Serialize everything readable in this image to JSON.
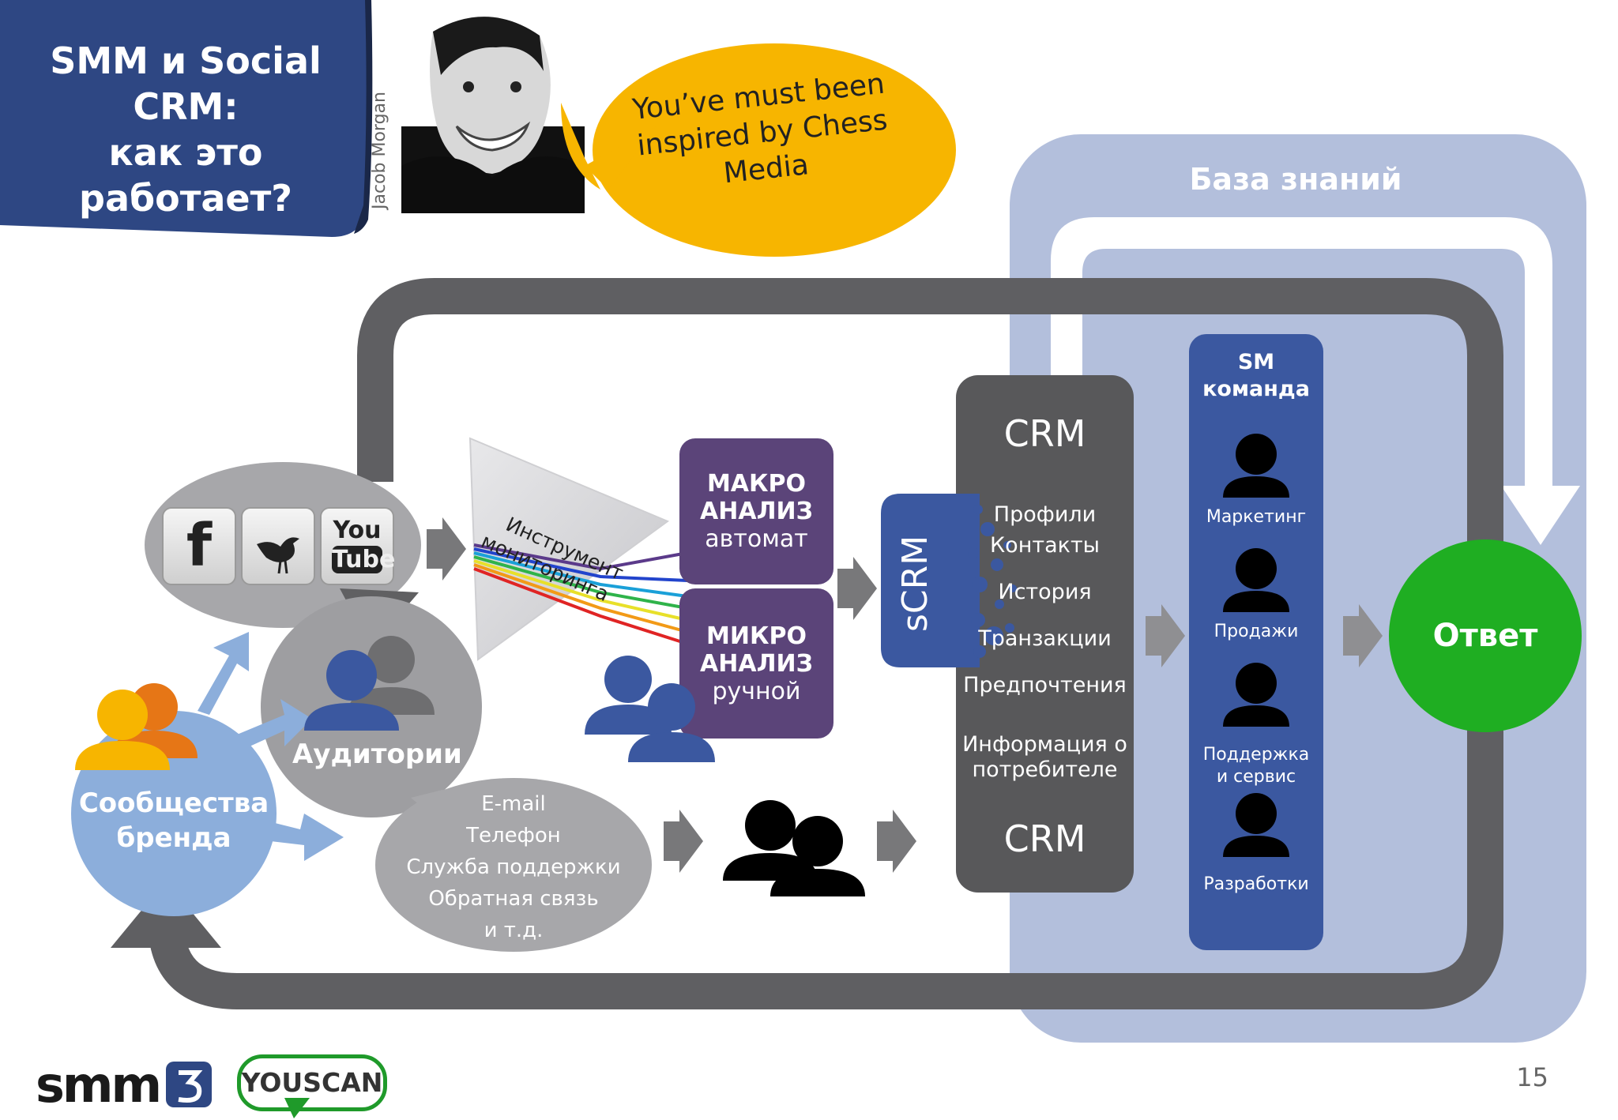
{
  "title": {
    "line1": "SMM и Social",
    "line2": "CRM:",
    "line3": "как это работает?"
  },
  "person": {
    "caption": "Jacob Morgan"
  },
  "quote": {
    "line1": "You’ve must been",
    "line2": "inspired by Chess",
    "line3": "Media"
  },
  "knowledge_base": {
    "label": "База знаний"
  },
  "social_icons": [
    {
      "name": "facebook-icon",
      "text": "f"
    },
    {
      "name": "twitter-icon",
      "text": ""
    },
    {
      "name": "youtube-icon",
      "text_top": "You",
      "text_bottom": "Tube"
    }
  ],
  "monitoring": {
    "line1": "Инструмент",
    "line2": "мониторинга"
  },
  "macro": {
    "line1": "МАКРО",
    "line2": "АНАЛИЗ",
    "line3": "автомат"
  },
  "micro": {
    "line1": "МИКРО",
    "line2": "АНАЛИЗ",
    "line3": "ручной"
  },
  "audiences": {
    "label": "Аудитории"
  },
  "communities": {
    "line1": "Сообщества",
    "line2": "бренда"
  },
  "channels": [
    "E-mail",
    "Телефон",
    "Служба поддержки",
    "Обратная связь",
    "и т.д."
  ],
  "scrm": {
    "label": "sCRM"
  },
  "crm": {
    "top": "CRM",
    "bottom": "CRM",
    "items": [
      "Профили",
      "Контакты",
      "История",
      "Транзакции",
      "Предпочтения",
      "Информация о",
      "потребителе"
    ]
  },
  "sm_team": {
    "line1": "SM",
    "line2": "команда",
    "members": [
      "Маркетинг",
      "Продажи",
      "Поддержка",
      "и сервис",
      "Разработки"
    ]
  },
  "answer": {
    "label": "Ответ"
  },
  "footer": {
    "logo1": "smm",
    "logo2": "YOUSCAN",
    "page_number": "15"
  },
  "colors": {
    "title_bg": "#2e4783",
    "bubble": "#f7b500",
    "knowledge_bg": "#b3bfdc",
    "loop_gray": "#5f5f62",
    "macro_purple": "#5b4479",
    "crm_dark": "#58585a",
    "scrm_blue": "#3b58a0",
    "team_blue": "#3b58a0",
    "answer_green": "#1fae22",
    "communities_blue": "#8caedb"
  }
}
